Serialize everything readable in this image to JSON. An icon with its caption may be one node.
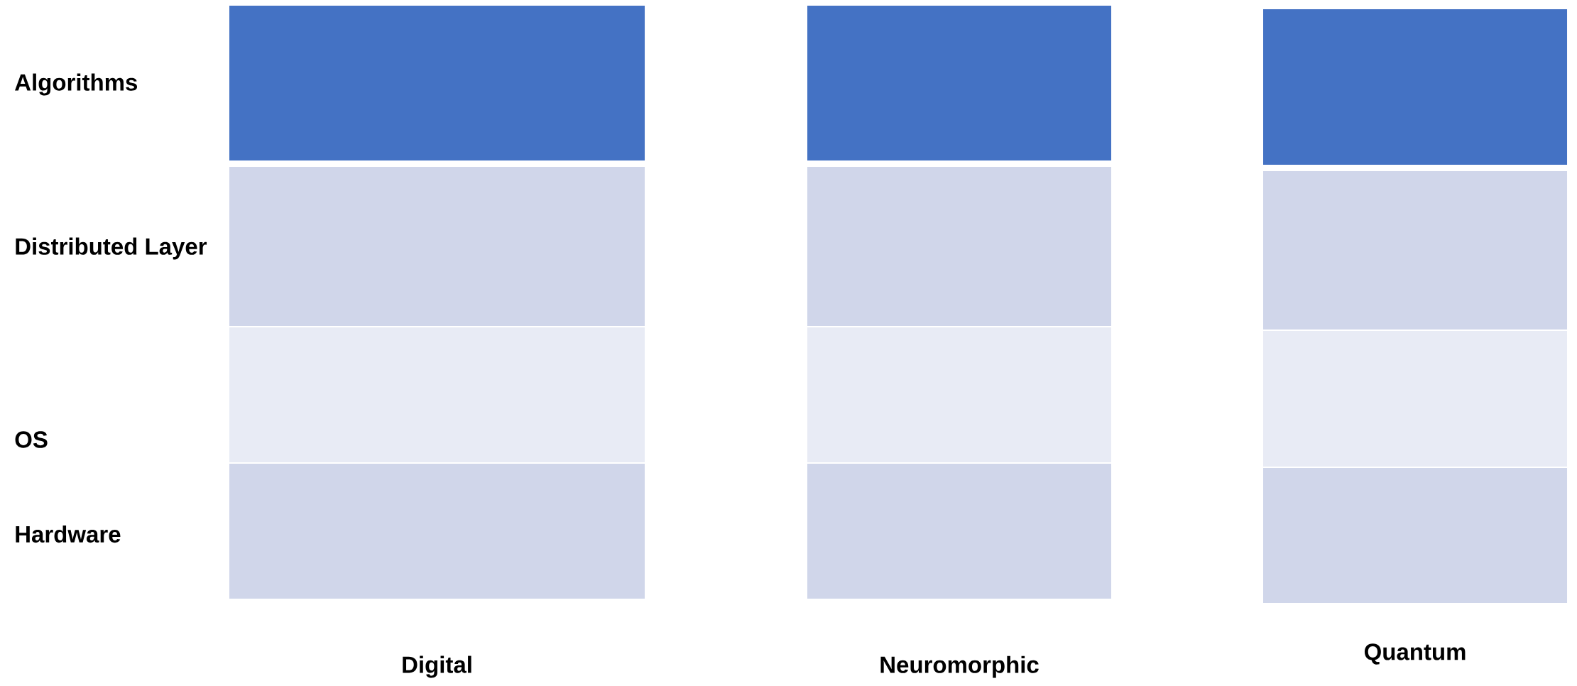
{
  "diagram": {
    "nodes": [
      {
        "text": [],
        "shape": "box"
      },
      {
        "text": [],
        "shape": "box"
      },
      {
        "text": [],
        "shape": "box"
      },
      {
        "text": [],
        "shape": "box"
      },
      {
        "text": [],
        "shape": "box"
      },
      {
        "text": [],
        "shape": "box"
      },
      {
        "text": [],
        "shape": "box"
      },
      {
        "text": [],
        "shape": "box"
      },
      {
        "text": [],
        "shape": "box"
      },
      {
        "text": [],
        "shape": "box"
      },
      {
        "text": [],
        "shape": "box"
      },
      {
        "text": [],
        "shape": "box"
      }
    ],
    "labels": [
      "Algorithms",
      "Distributed Layer",
      "OS",
      "Hardware",
      "Digital",
      "Neuromorphic",
      "Quantum"
    ]
  }
}
